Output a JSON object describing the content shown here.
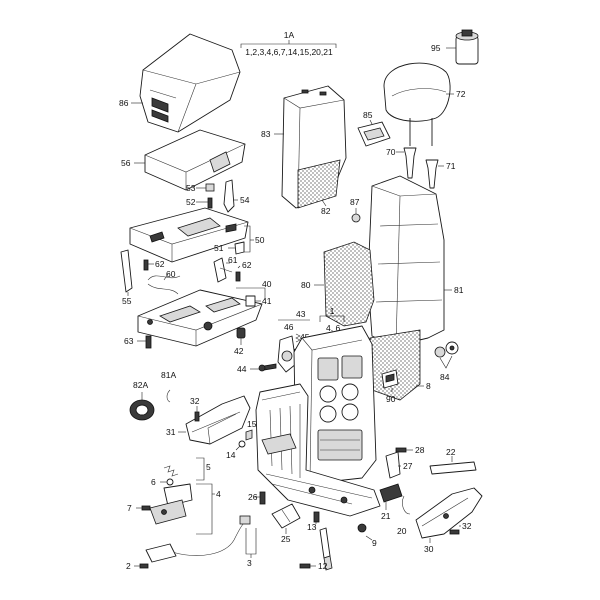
{
  "labels": {
    "l1a": "1A",
    "l1a_list": "1,2,3,4,6,7,14,15,20,21",
    "l95": "95",
    "l72": "72",
    "l86": "86",
    "l83": "83",
    "l85": "85",
    "l70": "70",
    "l71": "71",
    "l56": "56",
    "l53": "53",
    "l52": "52",
    "l54": "54",
    "l82": "82",
    "l87": "87",
    "l50": "50",
    "l51": "51",
    "l61": "61",
    "l62a": "62",
    "l62b": "62",
    "l60": "60",
    "l55": "55",
    "l40": "40",
    "l41": "41",
    "l80": "80",
    "l81": "81",
    "l63": "63",
    "l42": "42",
    "l43": "43",
    "l46": "46",
    "l45": "45",
    "l1": "1",
    "l4_6": "4, 6",
    "l44": "44",
    "l84": "84",
    "l8": "8",
    "l81a": "81A",
    "l82a": "82A",
    "l32a": "32",
    "l90": "90",
    "l31": "31",
    "l15": "15",
    "l14": "14",
    "l28": "28",
    "l22": "22",
    "l27": "27",
    "l5": "5",
    "l6": "6",
    "l4": "4",
    "l26": "26",
    "l21": "21",
    "l7": "7",
    "l13": "13",
    "l20": "20",
    "l32b": "32",
    "l25": "25",
    "l9": "9",
    "l30": "30",
    "l3": "3",
    "l2": "2",
    "l12": "12"
  }
}
